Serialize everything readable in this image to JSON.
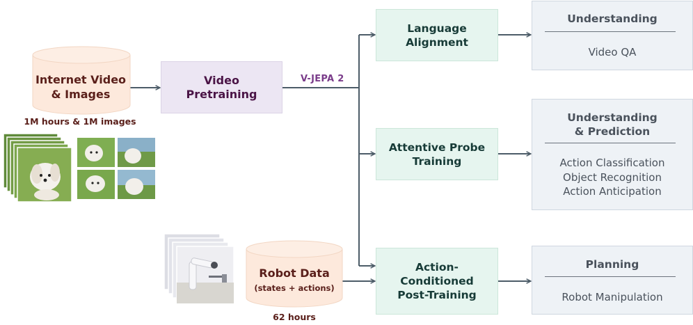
{
  "sources": {
    "internet": {
      "label": "Internet Video\n& Images",
      "caption": "1M hours & 1M images"
    },
    "robot": {
      "label": "Robot Data",
      "sublabel": "(states + actions)",
      "caption": "62 hours"
    }
  },
  "pretraining": {
    "label": "Video\nPretraining"
  },
  "model_label": "V-JEPA 2",
  "stages": [
    {
      "label": "Language\nAlignment"
    },
    {
      "label": "Attentive Probe\nTraining"
    },
    {
      "label": "Action-\nConditioned\nPost-Training"
    }
  ],
  "outcomes": [
    {
      "title": "Understanding",
      "items": [
        "Video QA"
      ]
    },
    {
      "title": "Understanding\n& Prediction",
      "items": [
        "Action Classification",
        "Object Recognition",
        "Action Anticipation"
      ]
    },
    {
      "title": "Planning",
      "items": [
        "Robot Manipulation"
      ]
    }
  ],
  "colors": {
    "pretraining_fill": "#ece6f3",
    "stage_fill": "#e6f5ef",
    "outcome_fill": "#eef2f6",
    "data_fill": "#fde9dc",
    "arrow": "#4c5c68",
    "model_label": "#7a3c8a"
  }
}
